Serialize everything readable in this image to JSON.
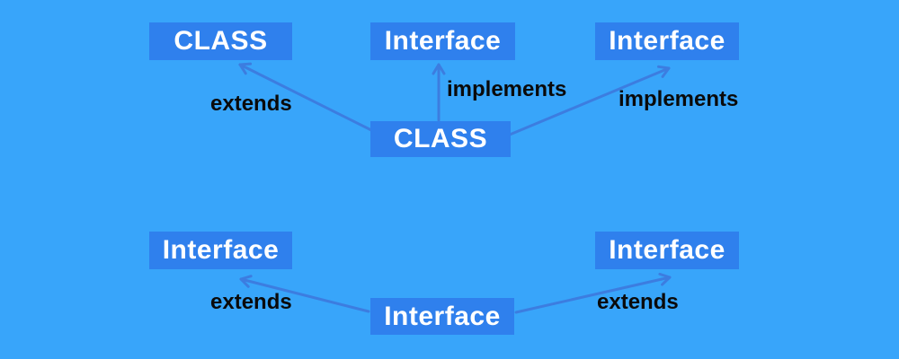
{
  "diagram": {
    "colors": {
      "background": "#38A5FA",
      "node_fill": "#2F80ED",
      "node_text": "#FFFFFF",
      "arrow": "#3C7DE0",
      "edge_label_text": "#0A0A0A"
    },
    "nodes": {
      "top_left": {
        "label": "CLASS"
      },
      "top_center": {
        "label": "Interface"
      },
      "top_right": {
        "label": "Interface"
      },
      "center": {
        "label": "CLASS"
      },
      "bottom_left": {
        "label": "Interface"
      },
      "bottom_right": {
        "label": "Interface"
      },
      "bottom_center": {
        "label": "Interface"
      }
    },
    "edges": {
      "extends_top_left": {
        "label": "extends"
      },
      "implements_top_center": {
        "label": "implements"
      },
      "implements_top_right": {
        "label": "implements"
      },
      "extends_bottom_left": {
        "label": "extends"
      },
      "extends_bottom_right": {
        "label": "extends"
      }
    }
  }
}
